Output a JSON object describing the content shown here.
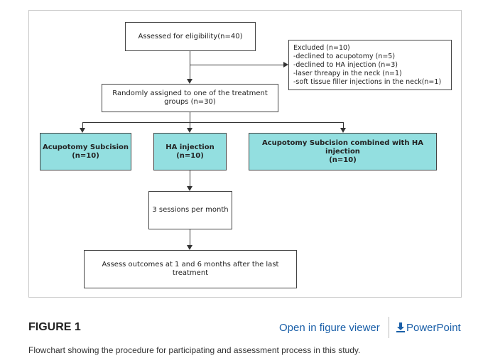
{
  "flowchart": {
    "assessed": "Assessed for eligibility(n=40)",
    "excluded": {
      "title": "Excluded (n=10)",
      "items": [
        "-declined to acupotomy (n=5)",
        "-declined to HA injection (n=3)",
        "-laser threapy in the neck (n=1)",
        "-soft tissue filler injections in the neck(n=1)"
      ]
    },
    "randomized": {
      "line1": "Randomly assigned to one of the treatment",
      "line2": "groups (n=30)"
    },
    "groups": [
      {
        "line1": "Acupotomy Subcision",
        "line2": "(n=10)"
      },
      {
        "line1": "HA injection",
        "line2": "(n=10)"
      },
      {
        "line1": "Acupotomy Subcision combined with HA injection",
        "line2": "(n=10)"
      }
    ],
    "sessions": "3 sessions per month",
    "outcomes": "Assess outcomes at 1 and 6 months after the last treatment",
    "colors": {
      "group_fill": "#93dfe0",
      "border": "#444444"
    }
  },
  "caption": {
    "figure_label": "FIGURE 1",
    "viewer_link": "Open in figure viewer",
    "powerpoint_link": "PowerPoint",
    "powerpoint_icon": "download-icon",
    "description": "Flowchart showing the procedure for participating and assessment process in this study."
  }
}
